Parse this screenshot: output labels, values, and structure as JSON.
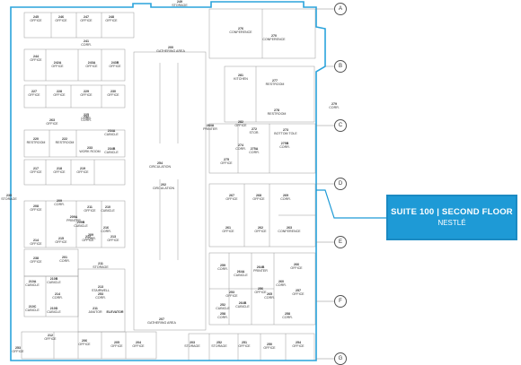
{
  "callout": {
    "suite": "SUITE 100 | SECOND FLOOR",
    "tenant": "NESTLÉ"
  },
  "grid_labels": [
    "A",
    "B",
    "C",
    "D",
    "E",
    "F",
    "G"
  ],
  "rooms": [
    {
      "n": "249",
      "t": "STORAGE"
    },
    {
      "n": "276",
      "t": "CONFERENCE"
    },
    {
      "n": "270",
      "t": "CONFERENCE"
    },
    {
      "n": "245",
      "t": "OFFICE"
    },
    {
      "n": "246",
      "t": "OFFICE"
    },
    {
      "n": "247",
      "t": "OFFICE"
    },
    {
      "n": "248",
      "t": "OFFICE"
    },
    {
      "n": "241",
      "t": "CORR."
    },
    {
      "n": "200",
      "t": "GATHERING AREA"
    },
    {
      "n": "244",
      "t": "OFFICE"
    },
    {
      "n": "242A",
      "t": "OFFICE"
    },
    {
      "n": "243A",
      "t": "OFFICE"
    },
    {
      "n": "243B",
      "t": "OFFICE"
    },
    {
      "n": "281",
      "t": "KITCHEN"
    },
    {
      "n": "277",
      "t": "RESTROOM"
    },
    {
      "n": "227",
      "t": "OFFICE"
    },
    {
      "n": "228",
      "t": "OFFICE"
    },
    {
      "n": "229",
      "t": "OFFICE"
    },
    {
      "n": "230",
      "t": "OFFICE"
    },
    {
      "n": "278",
      "t": "RESTROOM"
    },
    {
      "n": "279",
      "t": "CORR."
    },
    {
      "n": "225",
      "t": "CORR."
    },
    {
      "n": "282",
      "t": "OFFICE"
    },
    {
      "n": "263",
      "t": "OFFICE"
    },
    {
      "n": "232",
      "t": "CORR."
    },
    {
      "n": "284A",
      "t": "PRINTER"
    },
    {
      "n": "272",
      "t": "STOR."
    },
    {
      "n": "273",
      "t": "BOTTOM TOLE"
    },
    {
      "n": "220",
      "t": "RESTROOM"
    },
    {
      "n": "222",
      "t": "RESTROOM"
    },
    {
      "n": "233",
      "t": "WORK ROOM"
    },
    {
      "n": "234A",
      "t": "CUBICLE"
    },
    {
      "n": "234B",
      "t": "CUBICLE"
    },
    {
      "n": "275",
      "t": "OFFICE"
    },
    {
      "n": "275A",
      "t": "CORR."
    },
    {
      "n": "274",
      "t": "CORR."
    },
    {
      "n": "275B",
      "t": "CORR."
    },
    {
      "n": "217",
      "t": "OFFICE"
    },
    {
      "n": "218",
      "t": "OFFICE"
    },
    {
      "n": "219",
      "t": "OFFICE"
    },
    {
      "n": "254",
      "t": "CIRCULATION"
    },
    {
      "n": "202",
      "t": "CIRCULATION"
    },
    {
      "n": "267",
      "t": "OFFICE"
    },
    {
      "n": "268",
      "t": "OFFICE"
    },
    {
      "n": "269",
      "t": "CORR."
    },
    {
      "n": "235",
      "t": "STORAGE"
    },
    {
      "n": "208",
      "t": "OFFICE"
    },
    {
      "n": "209",
      "t": "CORR."
    },
    {
      "n": "209A",
      "t": "PRINTER"
    },
    {
      "n": "211",
      "t": "OFFICE"
    },
    {
      "n": "209B",
      "t": "CUBICLE"
    },
    {
      "n": "210",
      "t": "CUBICLE"
    },
    {
      "n": "261",
      "t": "OFFICE"
    },
    {
      "n": "262",
      "t": "OFFICE"
    },
    {
      "n": "263",
      "t": "CONFERENCE"
    },
    {
      "n": "209",
      "t": "CORR."
    },
    {
      "n": "214",
      "t": "OFFICE"
    },
    {
      "n": "215",
      "t": "OFFICE"
    },
    {
      "n": "216",
      "t": "CORR."
    },
    {
      "n": "213",
      "t": "OFFICE"
    },
    {
      "n": "212",
      "t": "OFFICE"
    },
    {
      "n": "238",
      "t": "OFFICE"
    },
    {
      "n": "201",
      "t": "CORR."
    },
    {
      "n": "211",
      "t": "STORAGE"
    },
    {
      "n": "259",
      "t": "CORR."
    },
    {
      "n": "264A",
      "t": "CUBICLE"
    },
    {
      "n": "264B",
      "t": "PRINTER"
    },
    {
      "n": "266",
      "t": "OFFICE"
    },
    {
      "n": "210A",
      "t": "CUBICLE"
    },
    {
      "n": "210B",
      "t": "CUBICLE"
    },
    {
      "n": "214",
      "t": "CORR."
    },
    {
      "n": "213",
      "t": "STAIRWELL"
    },
    {
      "n": "256",
      "t": "OFFICE"
    },
    {
      "n": "253",
      "t": "OFFICE"
    },
    {
      "n": "264B",
      "t": "CUBICLE"
    },
    {
      "n": "265",
      "t": "CORR."
    },
    {
      "n": "257",
      "t": "OFFICE"
    },
    {
      "n": "260",
      "t": "CORR."
    },
    {
      "n": "210C",
      "t": "CUBICLE"
    },
    {
      "n": "210D",
      "t": "CUBICLE"
    },
    {
      "n": "211",
      "t": "JANITOR"
    },
    {
      "n": "253",
      "t": "CORR."
    },
    {
      "n": "252",
      "t": "CUBICLE"
    },
    {
      "n": "258",
      "t": "CORR."
    },
    {
      "n": "ELEVATOR",
      "t": ""
    },
    {
      "n": "207",
      "t": "GATHERING AREA"
    },
    {
      "n": "258",
      "t": "CORR."
    },
    {
      "n": "212",
      "t": "OFFICE"
    },
    {
      "n": "206",
      "t": "OFFICE"
    },
    {
      "n": "205",
      "t": "OFFICE"
    },
    {
      "n": "204",
      "t": "OFFICE"
    },
    {
      "n": "203",
      "t": "STORAGE"
    },
    {
      "n": "252",
      "t": "STORAGE"
    },
    {
      "n": "251",
      "t": "OFFICE"
    },
    {
      "n": "250",
      "t": "OFFICE"
    },
    {
      "n": "254",
      "t": "OFFICE"
    },
    {
      "n": "253",
      "t": "OFFICE"
    },
    {
      "n": "221",
      "t": "STORAGE"
    }
  ]
}
